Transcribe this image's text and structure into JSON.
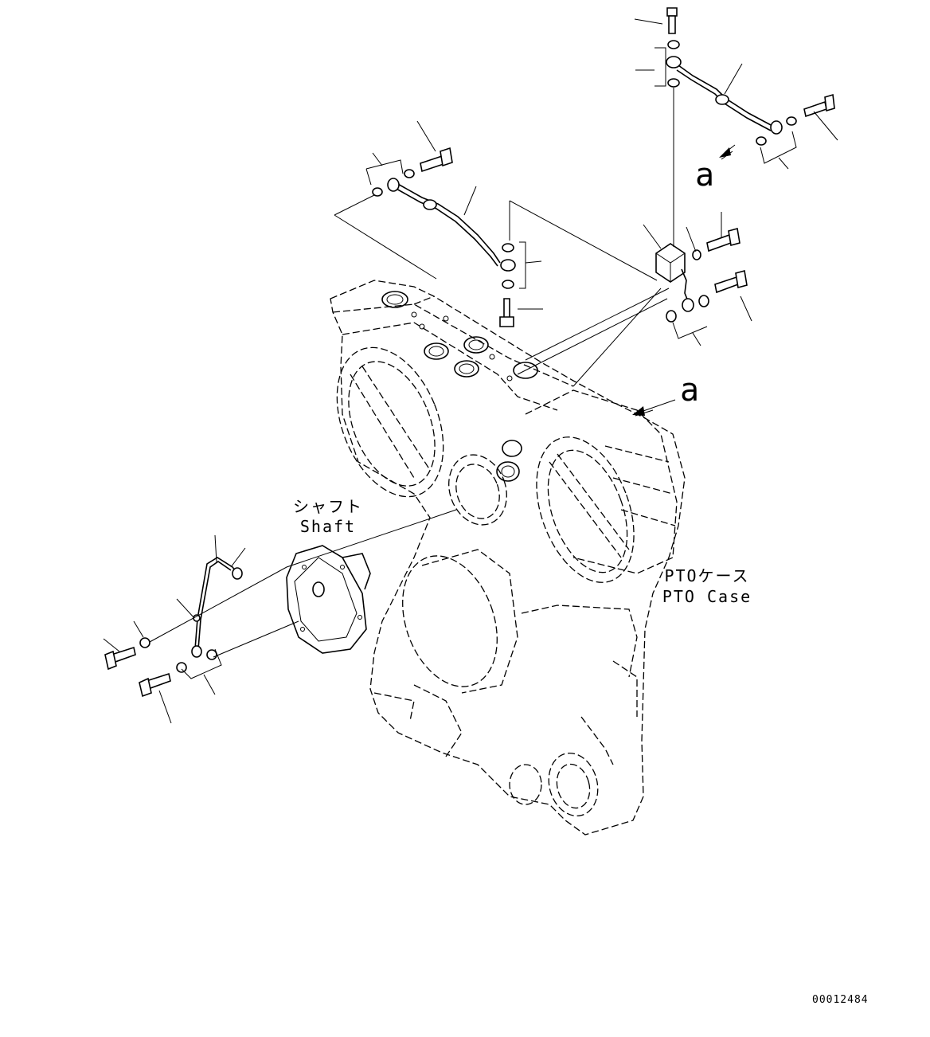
{
  "figure": {
    "labels": {
      "arrow_a_upper": "a",
      "arrow_a_lower": "a",
      "shaft_jp": "シャフト",
      "shaft_en": "Shaft",
      "pto_case_jp": "PTOケース",
      "pto_case_en": "PTO Case",
      "drawing_number": "00012484"
    }
  }
}
